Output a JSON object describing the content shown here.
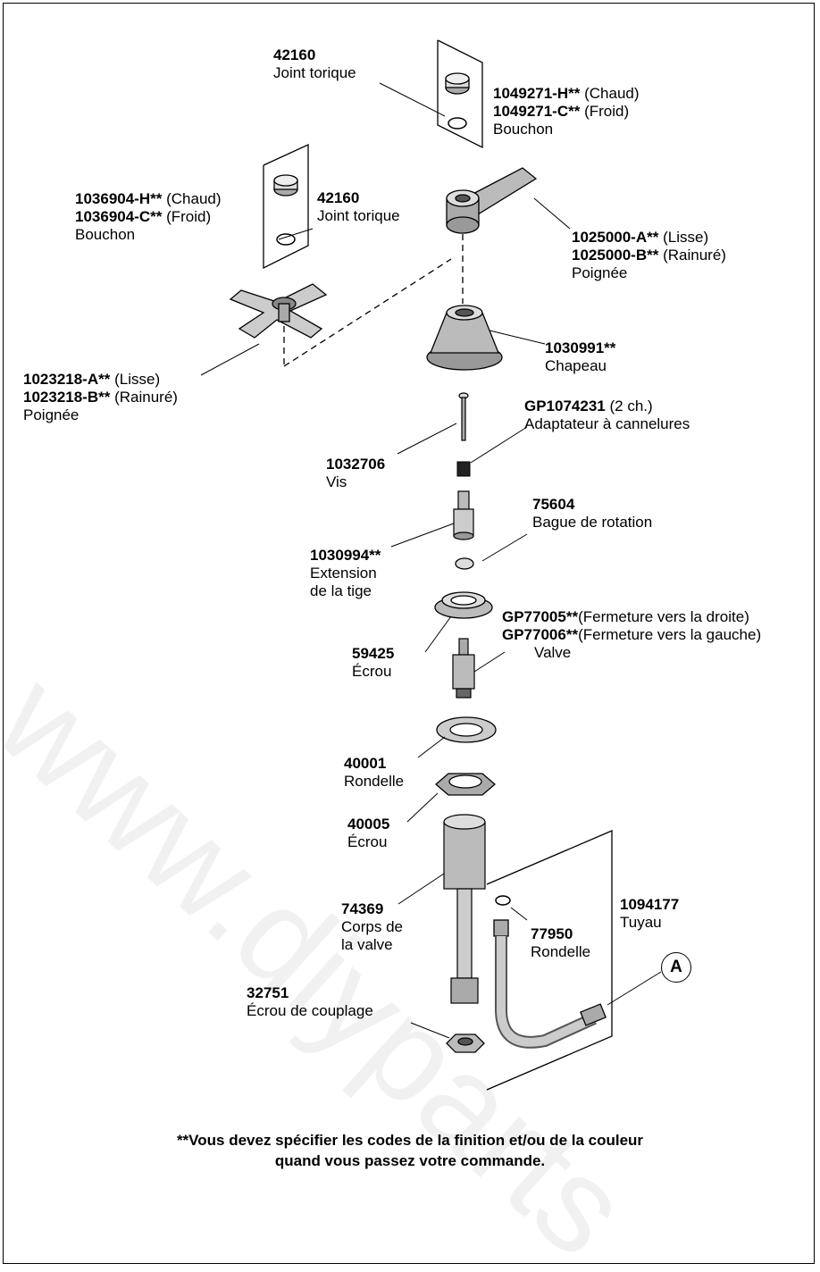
{
  "parts": {
    "p42160_top": {
      "code": "42160",
      "desc": "Joint torique"
    },
    "p1049271": {
      "code_h": "1049271-H**",
      "note_h": "(Chaud)",
      "code_c": "1049271-C**",
      "note_c": "(Froid)",
      "desc": "Bouchon"
    },
    "p1036904": {
      "code_h": "1036904-H**",
      "note_h": "(Chaud)",
      "code_c": "1036904-C**",
      "note_c": "(Froid)",
      "desc": "Bouchon"
    },
    "p42160_left": {
      "code": "42160",
      "desc": "Joint torique"
    },
    "p1025000": {
      "code_a": "1025000-A**",
      "note_a": "(Lisse)",
      "code_b": "1025000-B**",
      "note_b": "(Rainuré)",
      "desc": "Poignée"
    },
    "p1030991": {
      "code": "1030991**",
      "desc": "Chapeau"
    },
    "p1023218": {
      "code_a": "1023218-A**",
      "note_a": "(Lisse)",
      "code_b": "1023218-B**",
      "note_b": "(Rainuré)",
      "desc": "Poignée"
    },
    "gp1074231": {
      "code": "GP1074231",
      "note": "(2 ch.)",
      "desc": "Adaptateur à cannelures"
    },
    "p1032706": {
      "code": "1032706",
      "desc": "Vis"
    },
    "p75604": {
      "code": "75604",
      "desc": "Bague de rotation"
    },
    "p1030994": {
      "code": "1030994**",
      "desc1": "Extension",
      "desc2": "de la tige"
    },
    "gp77005": {
      "code": "GP77005**",
      "note": "(Fermeture vers la droite)"
    },
    "gp77006": {
      "code": "GP77006**",
      "note": "(Fermeture vers la gauche)",
      "desc": "Valve"
    },
    "p59425": {
      "code": "59425",
      "desc": "Écrou"
    },
    "p40001": {
      "code": "40001",
      "desc": "Rondelle"
    },
    "p40005": {
      "code": "40005",
      "desc": "Écrou"
    },
    "p74369": {
      "code": "74369",
      "desc1": "Corps de",
      "desc2": "la valve"
    },
    "p1094177": {
      "code": "1094177",
      "desc": "Tuyau"
    },
    "p77950": {
      "code": "77950",
      "desc": "Rondelle"
    },
    "p32751": {
      "code": "32751",
      "desc": "Écrou de couplage"
    }
  },
  "callout": "A",
  "footnote": {
    "line1": "**Vous devez spécifier les codes de la finition et/ou de la couleur",
    "line2": "quand vous passez votre commande."
  },
  "watermark": "www.diyparts"
}
